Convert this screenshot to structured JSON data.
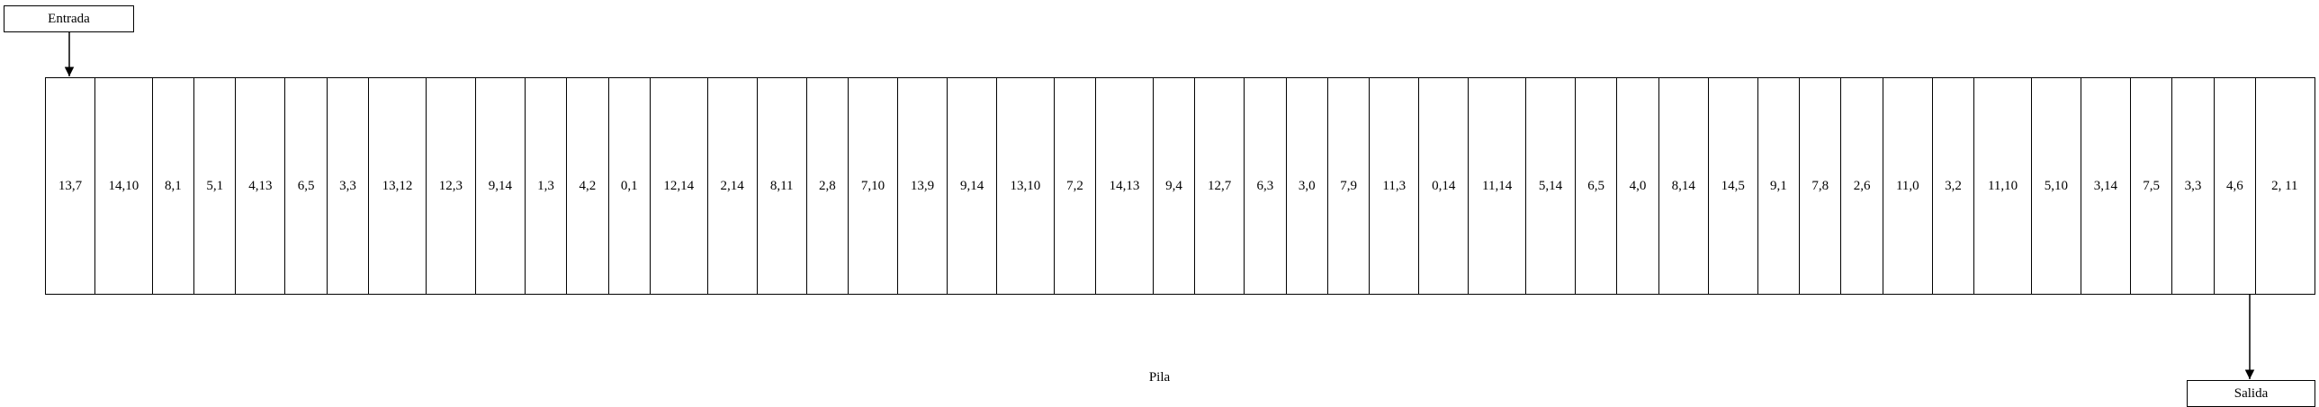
{
  "entrada_label": "Entrada",
  "salida_label": "Salida",
  "caption": "Pila",
  "cells": [
    "13,7",
    "14,10",
    "8,1",
    "5,1",
    "4,13",
    "6,5",
    "3,3",
    "13,12",
    "12,3",
    "9,14",
    "1,3",
    "4,2",
    "0,1",
    "12,14",
    "2,14",
    "8,11",
    "2,8",
    "7,10",
    "13,9",
    "9,14",
    "13,10",
    "7,2",
    "14,13",
    "9,4",
    "12,7",
    "6,3",
    "3,0",
    "7,9",
    "11,3",
    "0,14",
    "11,14",
    "5,14",
    "6,5",
    "4,0",
    "8,14",
    "14,5",
    "9,1",
    "7,8",
    "2,6",
    "11,0",
    "3,2",
    "11,10",
    "5,10",
    "3,14",
    "7,5",
    "3,3",
    "4,6",
    "2, 11"
  ]
}
